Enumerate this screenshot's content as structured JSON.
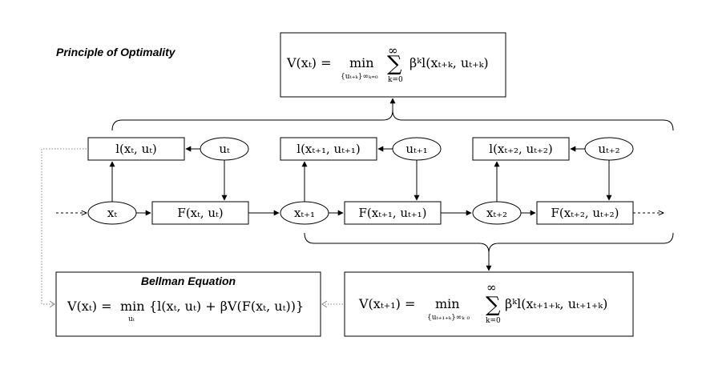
{
  "title": "Principle of Optimality",
  "top_equation": {
    "lhs": "V(xₜ) =",
    "min": "min",
    "min_sub": "{uₜ₊ₖ}∞ₖ₌₀",
    "sum": "∑",
    "sum_top": "∞",
    "sum_bottom": "k=0",
    "rhs": "βᵏl(xₜ₊ₖ, uₜ₊ₖ)"
  },
  "cost_boxes": [
    "l(xₜ, uₜ)",
    "l(xₜ₊₁, uₜ₊₁)",
    "l(xₜ₊₂, uₜ₊₂)"
  ],
  "control_nodes": [
    "uₜ",
    "uₜ₊₁",
    "uₜ₊₂"
  ],
  "state_nodes": [
    "xₜ",
    "xₜ₊₁",
    "xₜ₊₂"
  ],
  "transition_boxes": [
    "F(xₜ, uₜ)",
    "F(xₜ₊₁, uₜ₊₁)",
    "F(xₜ₊₂, uₜ₊₂)"
  ],
  "bellman": {
    "title": "Bellman Equation",
    "lhs": "V(xₜ) =",
    "min": "min",
    "min_sub": "uₜ",
    "rhs": "{l(xₜ, uₜ) + βV(F(xₜ, uₜ))}"
  },
  "next_value": {
    "lhs": "V(xₜ₊₁) =",
    "min": "min",
    "min_sub": "{uₜ₊₁₊ₖ}∞ₖ ₀",
    "sum": "∑",
    "sum_top": "∞",
    "sum_bottom": "k=0",
    "rhs": "βᵏl(xₜ₊₁₊ₖ, uₜ₊₁₊ₖ)"
  }
}
